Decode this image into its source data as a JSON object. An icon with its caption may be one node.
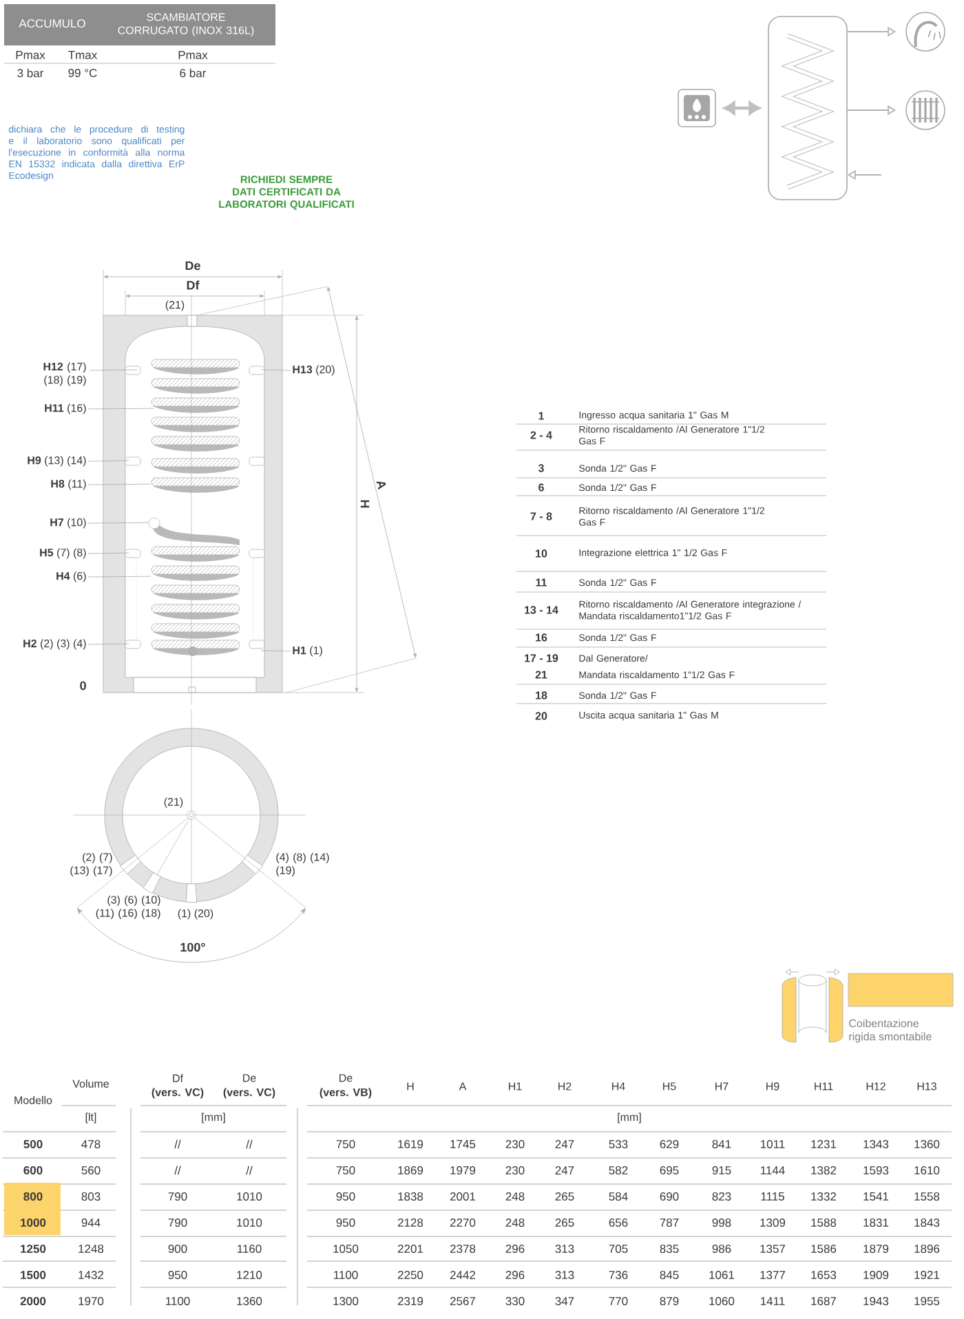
{
  "diagram": {
    "nodes": [
      {
        "text": [],
        "shape": "picture"
      },
      {
        "text": [],
        "shape": "box"
      },
      {
        "text": [],
        "shape": "circle"
      },
      {
        "text": [],
        "shape": "circle"
      },
      {
        "text": [
          "**H12** (17) (18) (19)"
        ]
      },
      {
        "text": [
          "**H11** (16)"
        ]
      },
      {
        "text": [
          "**H9** (13) (14)"
        ]
      },
      {
        "text": [
          "**H8** (11)"
        ]
      },
      {
        "text": [
          "**H7** (10)"
        ]
      },
      {
        "text": [
          "**H5** (7) (8)"
        ]
      },
      {
        "text": [
          "**H4** (6)"
        ]
      },
      {
        "text": [
          "**H2** (2) (3) (4)"
        ]
      },
      {
        "text": [
          "**H13** (20)"
        ]
      },
      {
        "text": [
          "**H1** (1)"
        ]
      },
      {
        "text": [],
        "shape": "picture"
      }
    ],
    "edges": [
      {
        "from": 0,
        "to": 1,
        "arrow": "both",
        "style": "thick"
      },
      {
        "from": 1,
        "to": 2,
        "arrow": "to"
      },
      {
        "from": 1,
        "to": 3,
        "arrow": "to"
      },
      {
        "from": null,
        "to": 1,
        "arrow": "to"
      },
      {
        "from": 4,
        "to": 14,
        "arrow": "none"
      },
      {
        "from": 5,
        "to": 14,
        "arrow": "none"
      },
      {
        "from": 6,
        "to": 14,
        "arrow": "none"
      },
      {
        "from": 7,
        "to": 14,
        "arrow": "none"
      },
      {
        "from": 8,
        "to": 14,
        "arrow": "none"
      },
      {
        "from": 9,
        "to": 14,
        "arrow": "none"
      },
      {
        "from": 10,
        "to": 14,
        "arrow": "none"
      },
      {
        "from": 11,
        "to": 14,
        "arrow": "none"
      },
      {
        "from": 12,
        "to": 14,
        "arrow": "none"
      },
      {
        "from": 13,
        "to": 14,
        "arrow": "none"
      }
    ],
    "labels": [
      "ACCUMULO",
      "SCAMBIATORE CORRUGATO (INOX 316L)",
      "Pmax",
      "Tmax",
      "Pmax",
      "3 bar",
      "99 °C",
      "6 bar",
      "dichiara che le procedure di testing e il laboratorio sono qualificati per l'esecuzione in conformità alla norma EN 15332 indicata dalla direttiva ErP Ecodesign",
      "RICHIEDI SEMPRE DATI CERTIFICATI DA LABORATORI QUALIFICATI",
      "De",
      "Df",
      "(21)",
      "0",
      "A",
      "H",
      "1",
      "Ingresso acqua sanitaria 1\" Gas M",
      "2 - 4",
      "Ritorno riscaldamento /Al Generatore 1\"1/2 Gas F",
      "3",
      "Sonda 1/2\" Gas F",
      "6",
      "Sonda 1/2\" Gas F",
      "7 - 8",
      "Ritorno riscaldamento /Al Generatore 1\"1/2 Gas F",
      "10",
      "Integrazione elettrica 1\" 1/2 Gas F",
      "11",
      "Sonda 1/2\" Gas F",
      "13 - 14",
      "Ritorno riscaldamento /Al Generatore integrazione / Mandata riscaldamento1\"1/2 Gas F",
      "16",
      "Sonda 1/2\" Gas F",
      "17 - 19",
      "Dal Generatore/",
      "21",
      "Mandata riscaldamento 1\"1/2 Gas F",
      "18",
      "Sonda 1/2\" Gas F",
      "20",
      "Uscita acqua sanitaria 1\" Gas M",
      "(21)",
      "(2) (7) (13) (17)",
      "(3) (6) (10) (11) (16) (18)",
      "(1) (20)",
      "(4) (8) (14) (19)",
      "100°",
      "Modello",
      "Volume",
      "Df",
      "(vers. VC)",
      "De",
      "(vers. VC)",
      "De",
      "(vers. VB)",
      "H",
      "A",
      "H1",
      "H2",
      "H4",
      "H5",
      "H7",
      "H9",
      "H11",
      "H12",
      "H13",
      "[lt]",
      "[mm]",
      "[mm]",
      "500",
      "478",
      "//",
      "//",
      "750",
      "1619",
      "1745",
      "230",
      "247",
      "533",
      "629",
      "841",
      "1011",
      "1231",
      "1343",
      "1360",
      "600",
      "560",
      "//",
      "//",
      "750",
      "1869",
      "1979",
      "230",
      "247",
      "582",
      "695",
      "915",
      "1144",
      "1382",
      "1593",
      "1610",
      "800",
      "803",
      "790",
      "1010",
      "950",
      "1838",
      "2001",
      "248",
      "265",
      "584",
      "690",
      "823",
      "1115",
      "1332",
      "1541",
      "1558",
      "1000",
      "944",
      "790",
      "1010",
      "950",
      "2128",
      "2270",
      "248",
      "265",
      "656",
      "787",
      "998",
      "1309",
      "1588",
      "1831",
      "1843",
      "1250",
      "1248",
      "900",
      "1160",
      "1050",
      "2201",
      "2378",
      "296",
      "313",
      "705",
      "835",
      "986",
      "1357",
      "1586",
      "1879",
      "1896",
      "1500",
      "1432",
      "950",
      "1210",
      "1100",
      "2250",
      "2442",
      "296",
      "313",
      "736",
      "845",
      "1061",
      "1377",
      "1653",
      "1909",
      "1921",
      "2000",
      "1970",
      "1100",
      "1360",
      "1300",
      "2319",
      "2567",
      "330",
      "347",
      "770",
      "879",
      "1060",
      "1411",
      "1687",
      "1943",
      "1955"
    ],
    "legend": [
      {
        "text": "Coibentazione rigida smontabile",
        "color": "#fdd36c"
      }
    ]
  }
}
